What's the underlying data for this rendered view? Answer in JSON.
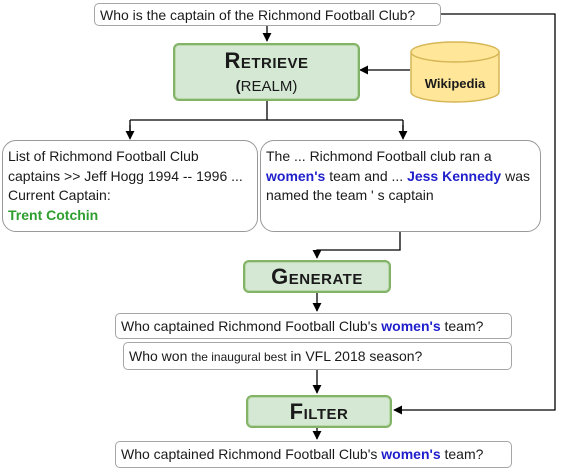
{
  "question": "Who is the captain of the Richmond Football Club?",
  "retrieve": {
    "cap": "R",
    "rest": "ETRIEVE",
    "sub_open": "(",
    "sub_text": "REALM)"
  },
  "wikipedia": "Wikipedia",
  "doc_left": {
    "text": "List of Richmond Football Club captains >> Jeff Hogg 1994 -- 1996 ... Current Captain:",
    "answer": "Trent Cotchin"
  },
  "doc_right": {
    "p1": "The ...  Richmond Football club ran a",
    "hl1": "women's",
    "p2": " team and ... ",
    "hl2": "Jess Kennedy",
    "p3": " was named the team ' s captain"
  },
  "generate": {
    "cap": "G",
    "rest": "ENERATE"
  },
  "gen_q1": {
    "pre": "Who captained Richmond Football Club's ",
    "hl": "women's",
    "post": " team?"
  },
  "gen_q2": {
    "pre": "Who won ",
    "small": "the inaugural best",
    "post": "  in VFL 2018 season?"
  },
  "filter": {
    "cap": "F",
    "rest": "ILTER"
  },
  "final_q": {
    "pre": "Who captained Richmond Football Club's ",
    "hl": "women's",
    "post": " team?"
  }
}
